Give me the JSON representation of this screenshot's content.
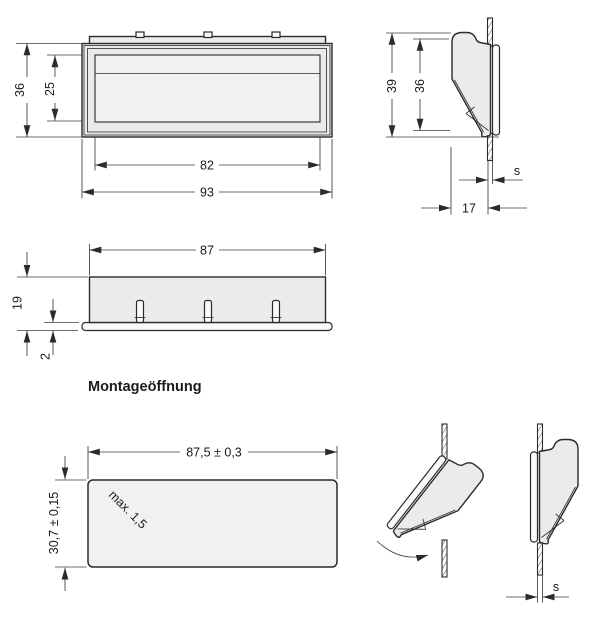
{
  "section_label": "Montageöffnung",
  "front_view": {
    "outer_height": "36",
    "recess_height": "25",
    "recess_width": "82",
    "outer_width": "93"
  },
  "side_view": {
    "overall_height": "39",
    "frame_height": "36",
    "panel_thickness": "s",
    "mount_depth": "17"
  },
  "depth_view": {
    "body_width": "87",
    "overall_depth": "19",
    "flange_thickness": "2"
  },
  "opening_view": {
    "cutout_width": "87,5 ± 0,3",
    "cutout_height": "30,7 ± 0,15",
    "corner_radius": "max. 1,5"
  },
  "installed_view": {
    "panel_thickness": "s"
  },
  "colors": {
    "line": "#2b2b2b",
    "dim": "#3d3d3d",
    "body_fill": "#ebebeb",
    "recess_fill": "#f1f1f1",
    "white_fill": "#fafafa",
    "text": "#1a1a1a",
    "background": "#ffffff"
  }
}
